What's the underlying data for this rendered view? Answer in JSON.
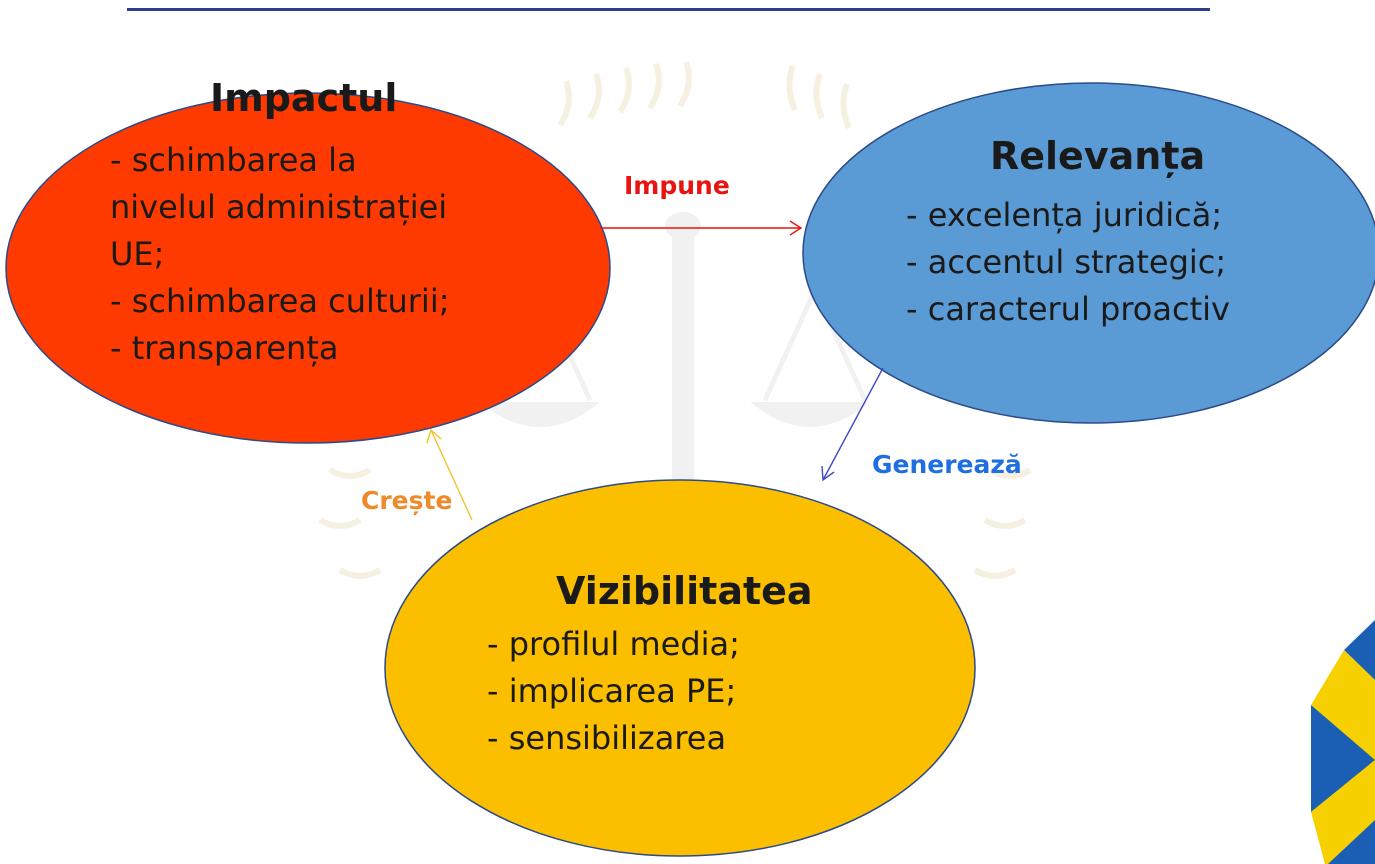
{
  "nodes": {
    "impact": {
      "title": "Impactul",
      "lines": [
        "- schimbarea la",
        "nivelul administrației",
        "UE;",
        "- schimbarea culturii;",
        "- transparența"
      ],
      "color": "#ff3a00"
    },
    "relevance": {
      "title": "Relevanța",
      "lines": [
        "- excelența juridică;",
        "- accentul strategic;",
        "- caracterul proactiv"
      ],
      "color": "#5b9bd5"
    },
    "visibility": {
      "title": "Vizibilitatea",
      "lines": [
        "- profilul media;",
        "- implicarea PE;",
        "- sensibilizarea"
      ],
      "color": "#fcbf00"
    }
  },
  "edges": {
    "impune": {
      "label": "Impune",
      "color": "#e8140f"
    },
    "genereaza": {
      "label": "Generează",
      "color": "#1f6fe0"
    },
    "creste": {
      "label": "Crește",
      "color": "#ee8a2a"
    }
  }
}
